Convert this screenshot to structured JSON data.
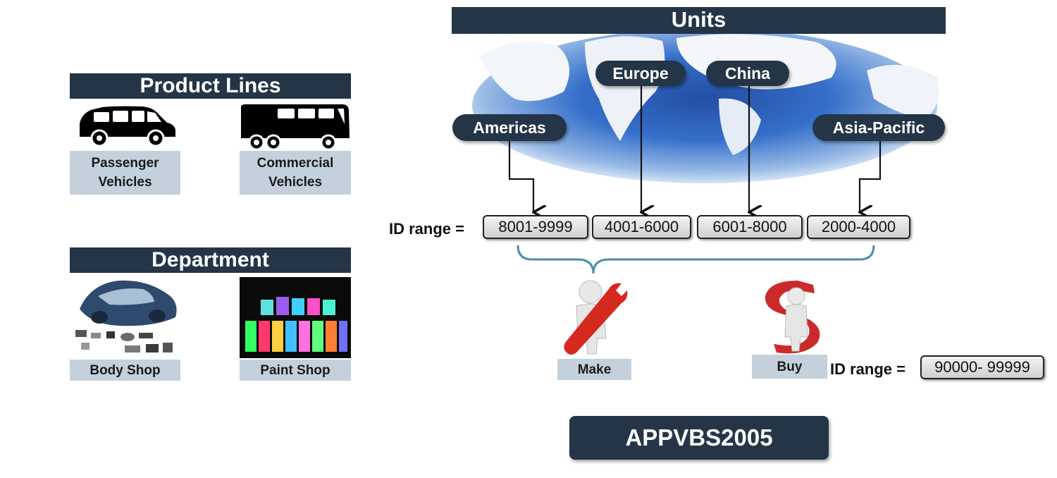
{
  "product_lines": {
    "title": "Product Lines",
    "items": [
      {
        "label_line1": "Passenger",
        "label_line2": "Vehicles",
        "icon": "minivan-icon"
      },
      {
        "label_line1": "Commercial",
        "label_line2": "Vehicles",
        "icon": "bus-icon"
      }
    ]
  },
  "department": {
    "title": "Department",
    "items": [
      {
        "label": "Body  Shop",
        "icon": "car-parts-icon"
      },
      {
        "label": "Paint  Shop",
        "icon": "paint-bottles-icon"
      }
    ]
  },
  "units": {
    "title": "Units",
    "regions": [
      "Europe",
      "China",
      "Americas",
      "Asia-Pacific"
    ],
    "id_label": "ID range =",
    "id_ranges": [
      "8001-9999",
      "4001-6000",
      "6001-8000",
      "2000-4000"
    ]
  },
  "make": {
    "label": "Make",
    "icon": "wrench-person-icon"
  },
  "buy": {
    "label": "Buy",
    "icon": "dollar-person-icon",
    "id_label": "ID range =",
    "id_range": "90000- 99999"
  },
  "footer": {
    "code": "APPVBS2005"
  },
  "colors": {
    "navy": "#243547",
    "label_bg": "#c4d1dc",
    "bracket": "#4a90a8",
    "dollar_red": "#cc2a2a"
  }
}
